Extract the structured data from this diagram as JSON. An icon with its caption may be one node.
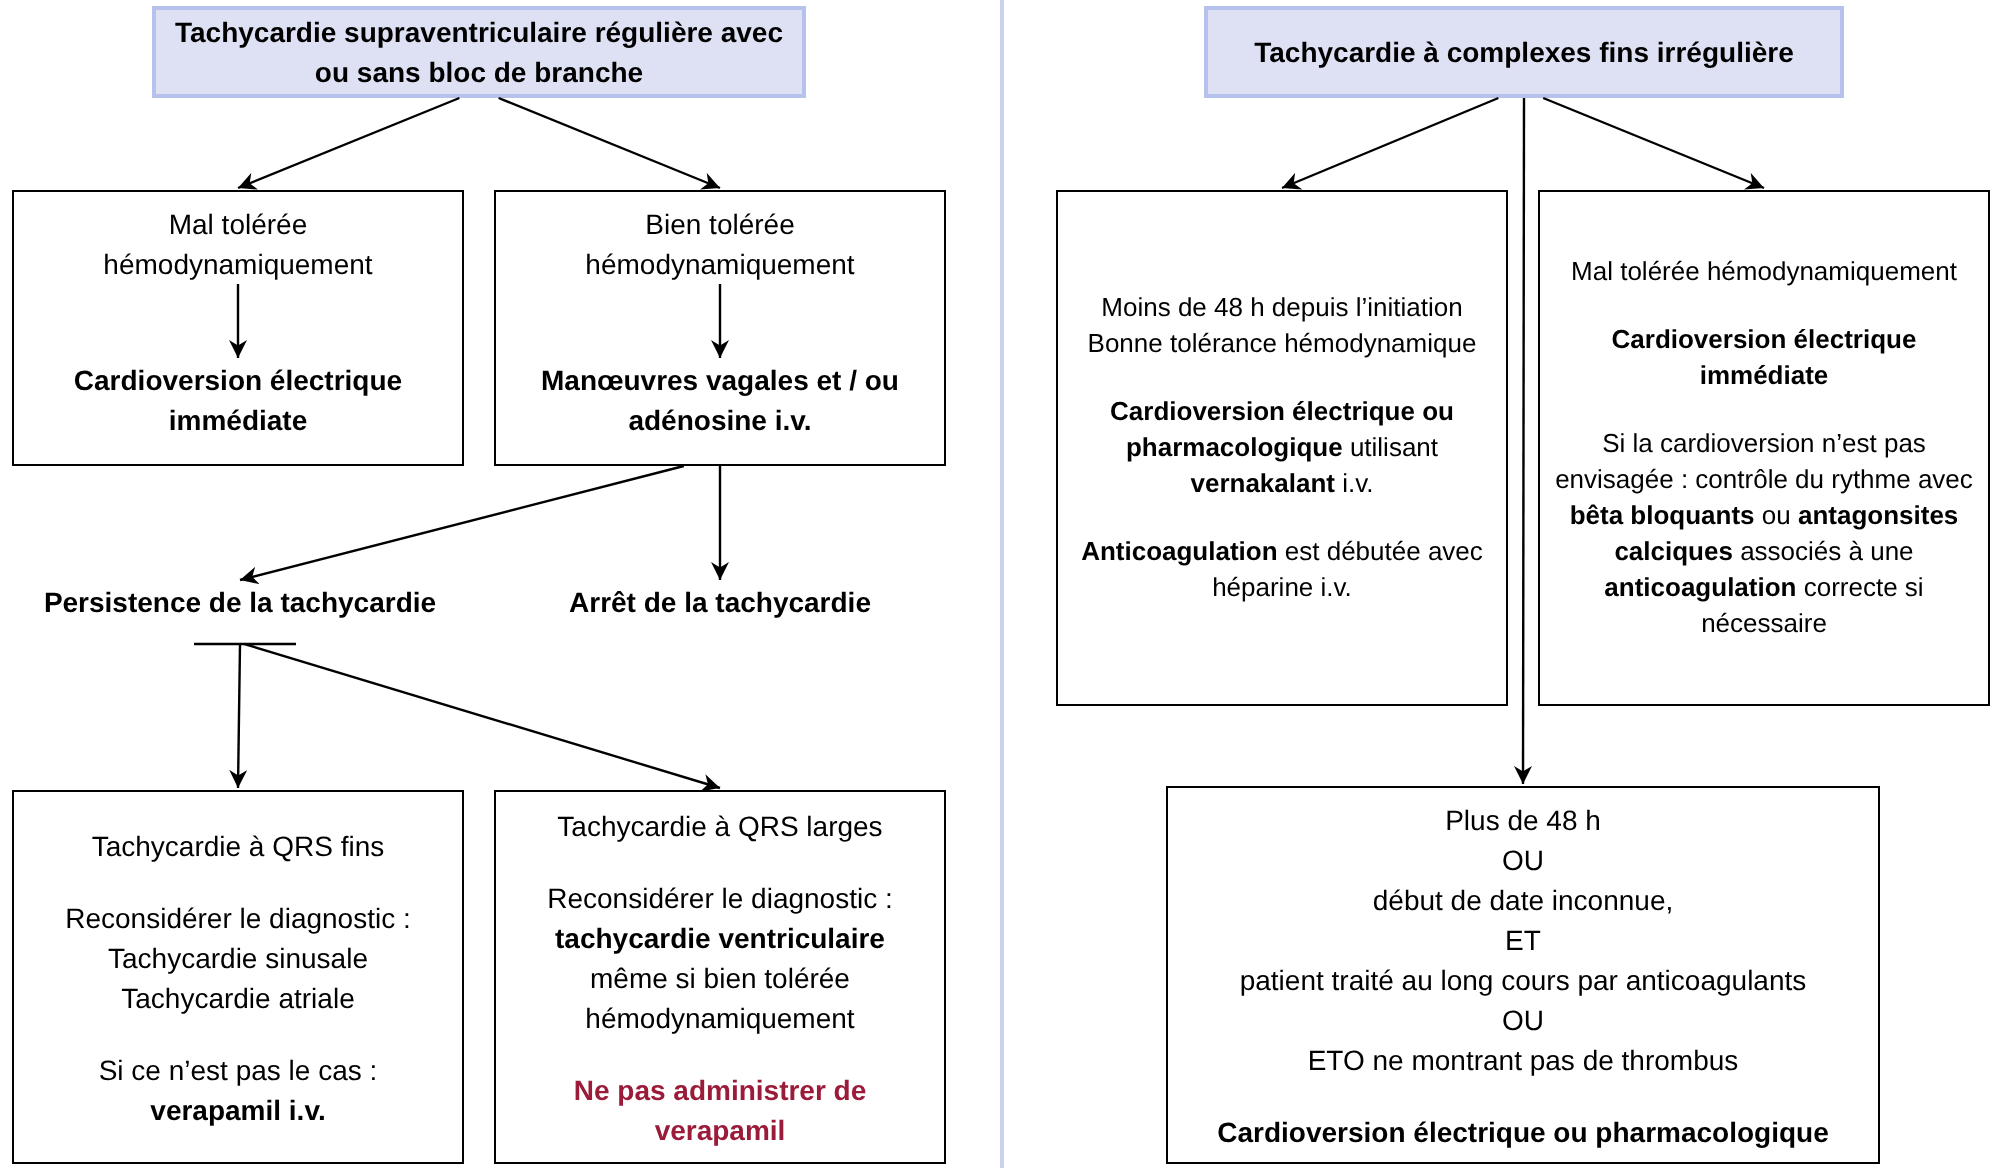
{
  "diagram": {
    "nodes": [
      {
        "text": [
          "Tachycardie supraventriculaire régulière avec ou sans bloc de branche"
        ]
      },
      {
        "text": [],
        "shape": "box"
      },
      {
        "text": [
          "Mal tolérée hémodynamiquement"
        ],
        "in": 1
      },
      {
        "text": [
          "Cardioversion électrique immédiate"
        ],
        "in": 1
      },
      {
        "text": [],
        "shape": "box"
      },
      {
        "text": [
          "Bien tolérée hémodynamiquement"
        ],
        "in": 4
      },
      {
        "text": [
          "Manœuvres vagales et / ou adénosine i.v."
        ],
        "in": 4
      },
      {
        "text": [
          "Persistence de la tachycardie"
        ]
      },
      {
        "text": [
          "Arrêt de la tachycardie"
        ]
      },
      {
        "text": [
          "Tachycardie à QRS fins",
          "Reconsidérer le diagnostic :",
          "Tachycardie sinusale",
          "Tachycardie atriale",
          "Si ce n’est pas le cas :",
          "verapamil i.v."
        ]
      },
      {
        "text": [
          "Tachycardie à QRS larges",
          "Reconsidérer le diagnostic :",
          "tachycardie ventriculaire",
          "même si bien tolérée hémodynamiquement",
          "Ne pas administrer de verapamil"
        ]
      },
      {
        "text": [
          "Tachycardie à complexes fins irrégulière"
        ]
      },
      {
        "text": [
          "Moins de 48 h depuis l’initiation",
          "Bonne tolérance hémodynamique",
          "**Cardioversion électrique ou pharmacologique** utilisant **vernakalant** i.v.",
          "**Anticoagulation** est débutée avec héparine i.v."
        ]
      },
      {
        "text": [
          "Mal tolérée hémodynamiquement",
          "Cardioversion électrique immédiate",
          "Si la cardioversion n’est pas envisagée : contrôle du rythme avec **bêta bloquants** ou **antagonsites calciques** associés à une **anticoagulation** correcte si nécessaire"
        ]
      },
      {
        "text": [
          "Plus de 48 h",
          "OU",
          "début de date inconnue,",
          "ET",
          "patient traité au long cours par anticoagulants",
          "OU",
          "ETO ne montrant pas de thrombus",
          "Cardioversion électrique ou pharmacologique"
        ]
      }
    ],
    "edges": [
      {
        "from": 0,
        "to": 1,
        "arrow": "to"
      },
      {
        "from": 0,
        "to": 4,
        "arrow": "to"
      },
      {
        "from": 2,
        "to": 3,
        "arrow": "to"
      },
      {
        "from": 5,
        "to": 6,
        "arrow": "to"
      },
      {
        "from": 4,
        "to": 7,
        "arrow": "to"
      },
      {
        "from": 4,
        "to": 8,
        "arrow": "to"
      },
      {
        "from": 7,
        "to": 9,
        "arrow": "to"
      },
      {
        "from": 7,
        "to": 10,
        "arrow": "to"
      },
      {
        "from": 11,
        "to": 12,
        "arrow": "to"
      },
      {
        "from": 11,
        "to": 13,
        "arrow": "to"
      },
      {
        "from": 11,
        "to": 14,
        "arrow": "to"
      }
    ]
  }
}
